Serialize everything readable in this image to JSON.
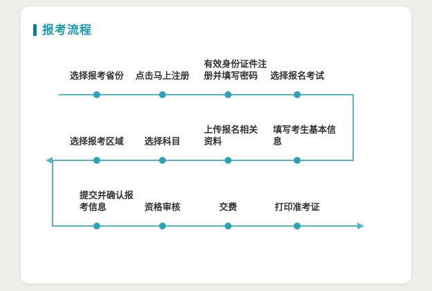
{
  "page": {
    "title": "报考流程"
  },
  "flow": {
    "rows": [
      {
        "direction": "right",
        "steps": [
          {
            "label": "选择报考省份"
          },
          {
            "label": "点击马上注册"
          },
          {
            "label": "有效身份证件注册并填写密码"
          },
          {
            "label": "选择报名考试"
          }
        ]
      },
      {
        "direction": "left",
        "steps": [
          {
            "label": "选择报考区域"
          },
          {
            "label": "选择科目"
          },
          {
            "label": "上传报名相关资料"
          },
          {
            "label": "填写考生基本信息"
          }
        ]
      },
      {
        "direction": "right",
        "steps": [
          {
            "label": "提交并确认报考信息"
          },
          {
            "label": "资格审核"
          },
          {
            "label": "交费"
          },
          {
            "label": "打印准考证"
          }
        ]
      }
    ]
  },
  "colors": {
    "accent_teal": "#1b9aae",
    "title_bar_blue": "#1277a3",
    "flow_line": "#57b4c4",
    "dot": "#2da3b7",
    "page_background": "#edefe9",
    "card_background": "#ffffff",
    "label_text": "#333333"
  }
}
